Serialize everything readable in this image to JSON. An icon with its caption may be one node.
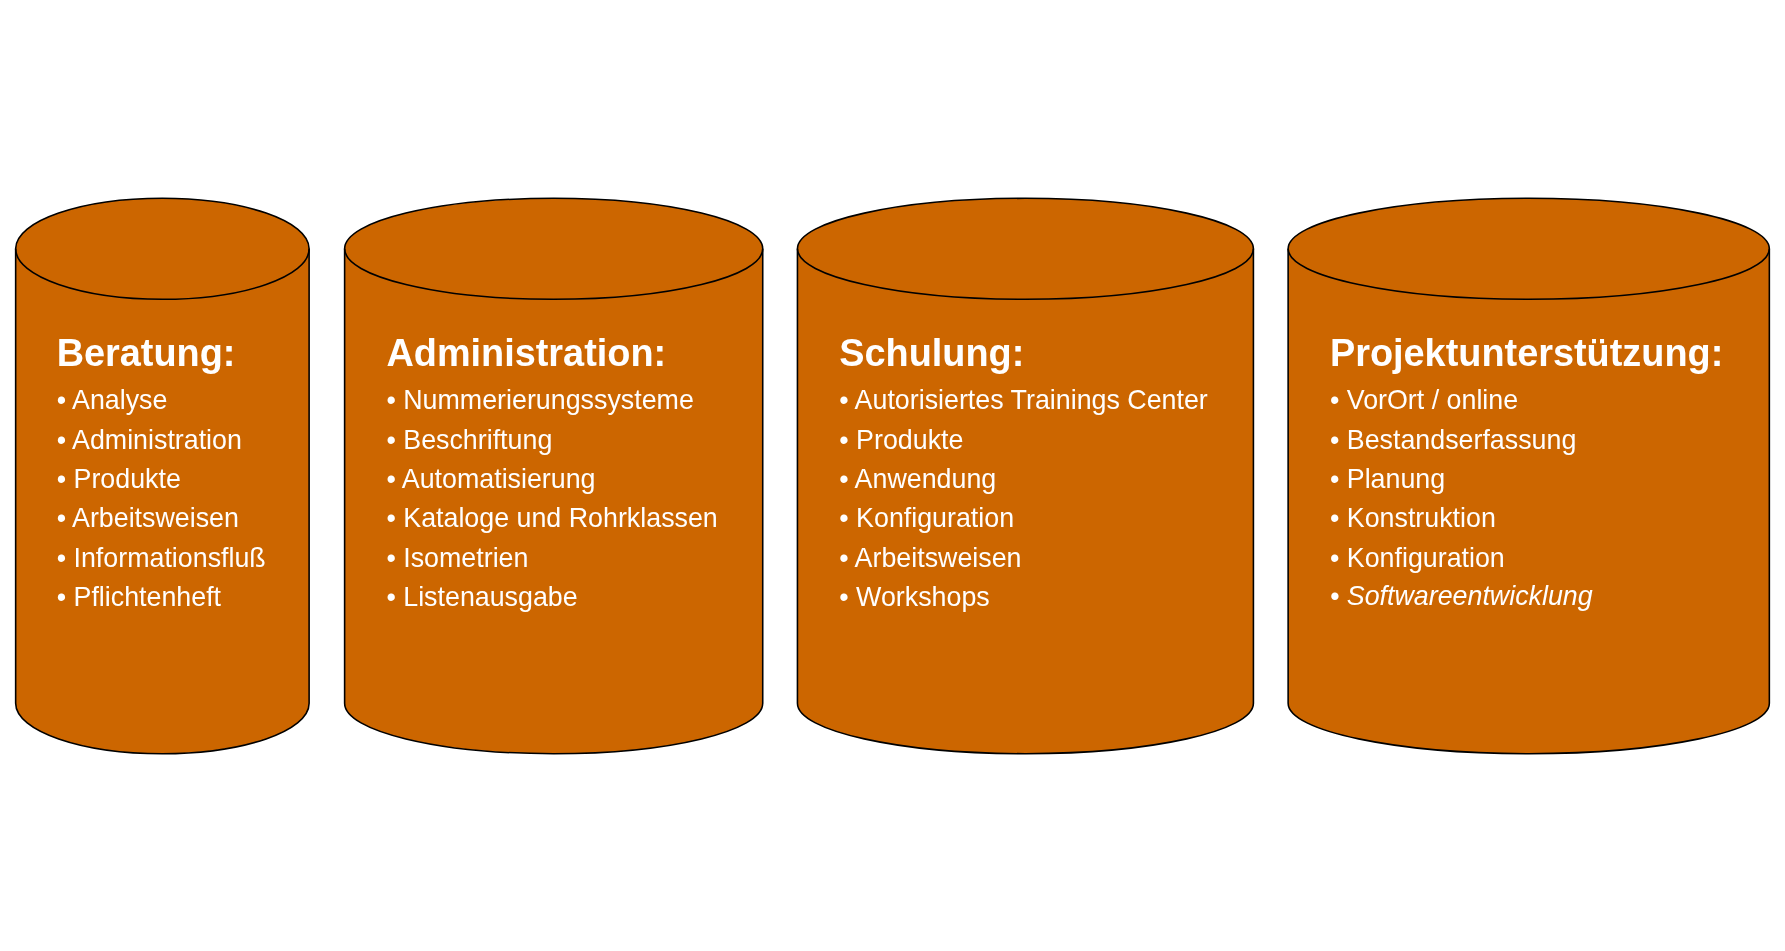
{
  "diagram": {
    "nodes": [
      {
        "text": [
          "Beratung:",
          "• Analyse",
          "• Administration",
          "• Produkte",
          "• Arbeitsweisen",
          "• Informationsfluß",
          "• Pflichtenheft"
        ]
      },
      {
        "text": [
          "Administration:",
          "• Nummerierungssysteme",
          "• Beschriftung",
          "• Automatisierung",
          "• Kataloge und Rohrklassen",
          "• Isometrien",
          "• Listenausgabe"
        ]
      },
      {
        "text": [
          "Schulung:",
          "• Autorisiertes Trainings Center",
          "• Produkte",
          "• Anwendung",
          "• Konfiguration",
          "• Arbeitsweisen",
          "• Workshops"
        ]
      },
      {
        "text": [
          "Projektunterstützung:",
          "• VorOrt / online",
          "• Bestandserfassung",
          "• Planung",
          "• Konstruktion",
          "• Konfiguration",
          "• Softwareentwicklung"
        ]
      }
    ],
    "edges": []
  }
}
